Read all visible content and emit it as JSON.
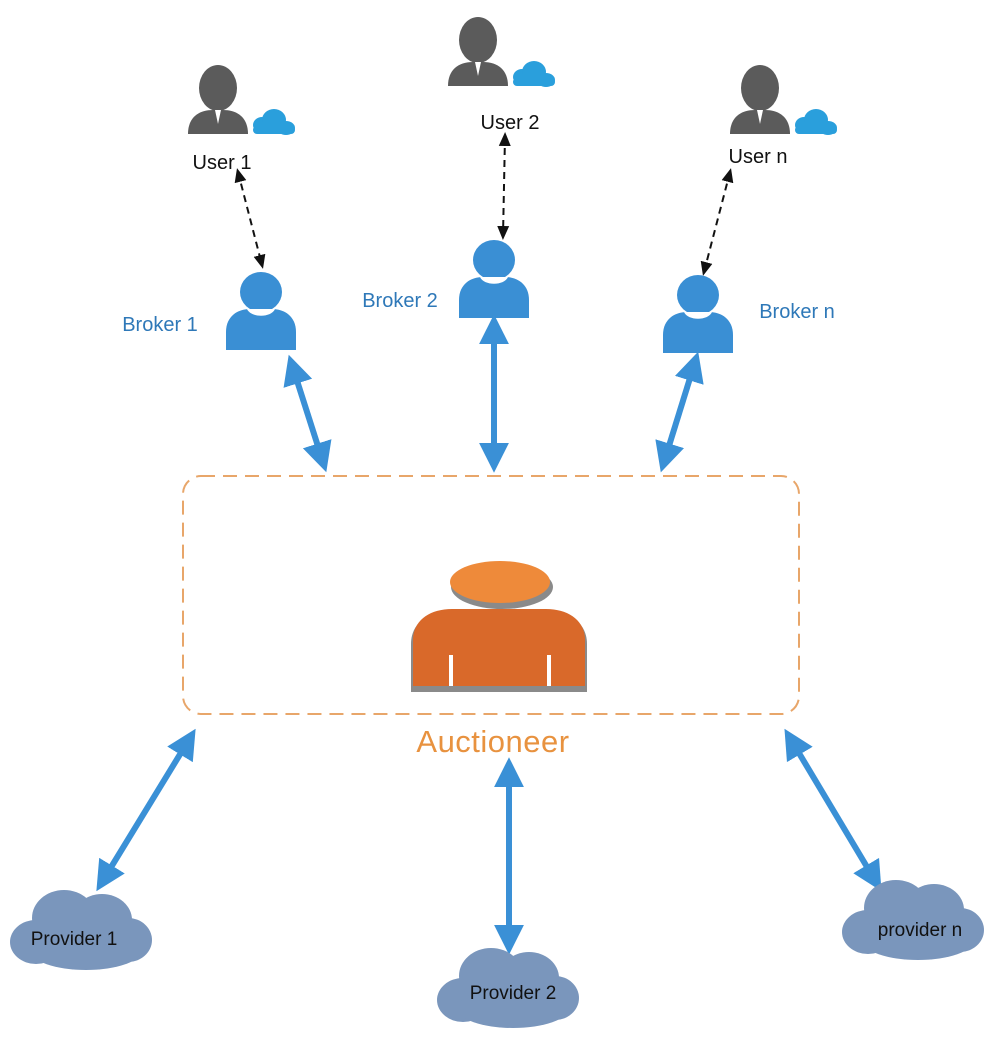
{
  "colors": {
    "user_icon": "#5b5b5b",
    "cloud_accent": "#2a9fdc",
    "broker": "#3a8fd4",
    "blue_arrow": "#3a90d6",
    "black_arrow": "#111111",
    "auctioneer_head": "#ee8a3a",
    "auctioneer_body": "#d9692a",
    "auctioneer_shadow": "#8a8a8a",
    "dashed_box": "#e8a66a",
    "provider_cloud": "#7a96bc",
    "provider_cloud_edge": "#5f7fa9"
  },
  "users": [
    {
      "label": "User 1",
      "icon": "user-cloud-icon"
    },
    {
      "label": "User 2",
      "icon": "user-cloud-icon"
    },
    {
      "label": "User n",
      "icon": "user-cloud-icon"
    }
  ],
  "brokers": [
    {
      "label": "Broker 1",
      "icon": "broker-icon"
    },
    {
      "label": "Broker 2",
      "icon": "broker-icon"
    },
    {
      "label": "Broker n",
      "icon": "broker-icon"
    }
  ],
  "auctioneer": {
    "label": "Auctioneer",
    "icon": "auctioneer-icon"
  },
  "providers": [
    {
      "label": "Provider 1",
      "icon": "cloud-icon"
    },
    {
      "label": "Provider 2",
      "icon": "cloud-icon"
    },
    {
      "label": "provider n",
      "icon": "cloud-icon"
    }
  ]
}
